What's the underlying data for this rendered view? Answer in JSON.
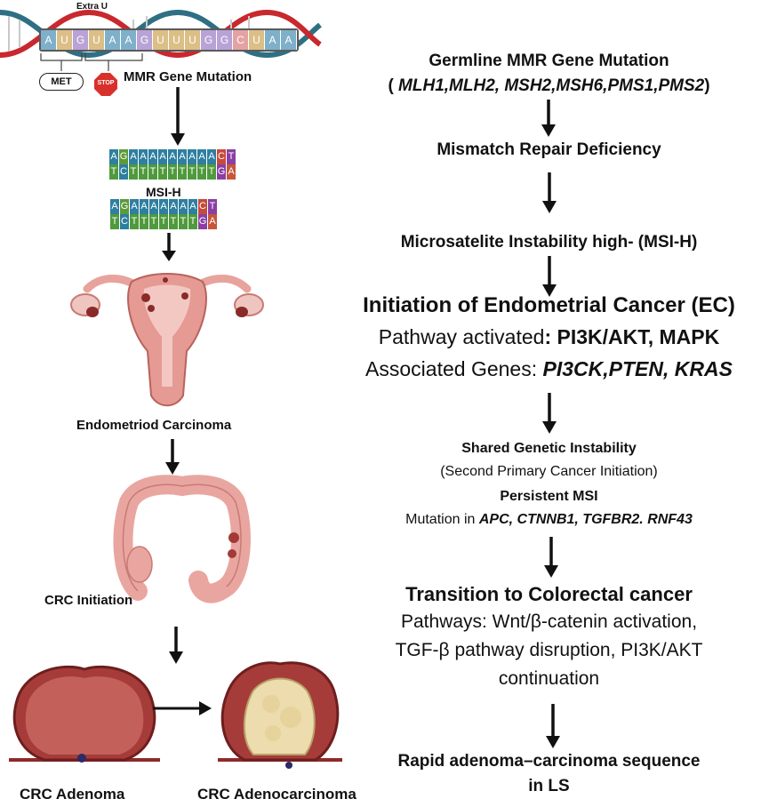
{
  "left": {
    "extra_u": "Extra U",
    "codons": [
      "A",
      "U",
      "G",
      "U",
      "A",
      "A",
      "G",
      "U",
      "U",
      "U",
      "G",
      "G",
      "C",
      "U",
      "A",
      "A"
    ],
    "met_label": "MET",
    "stop_label": "STOP",
    "mmr_gene_mutation": "MMR Gene Mutation",
    "msi_top_strand": [
      "A",
      "G",
      "A",
      "A",
      "A",
      "A",
      "A",
      "A",
      "A",
      "A",
      "A",
      "C",
      "T"
    ],
    "msi_bottom_strand": [
      "T",
      "C",
      "T",
      "T",
      "T",
      "T",
      "T",
      "T",
      "T",
      "T",
      "T",
      "G",
      "A"
    ],
    "msi_label": "MSI-H",
    "msi2_top_strand": [
      "A",
      "G",
      "A",
      "A",
      "A",
      "A",
      "A",
      "A",
      "A",
      "C",
      "T"
    ],
    "msi2_bottom_strand": [
      "T",
      "C",
      "T",
      "T",
      "T",
      "T",
      "T",
      "T",
      "T",
      "G",
      "A"
    ],
    "endometrioid_carcinoma": "Endometriod Carcinoma",
    "crc_initiation": "CRC Initiation",
    "crc_adenoma": "CRC Adenoma",
    "crc_adenocarcinoma": "CRC Adenocarcinoma"
  },
  "right": {
    "germline_title": "Germline MMR Gene Mutation",
    "germline_genes_open": "( ",
    "germline_genes": "MLH1,MLH2, MSH2,MSH6,PMS1,PMS2",
    "germline_genes_close": ")",
    "mismatch_repair": "Mismatch Repair Deficiency",
    "msi_high": "Microsatelite Instability high- (MSI-H)",
    "initiation_title": "Initiation of Endometrial Cancer (EC)",
    "pathway_prefix": "Pathway activated",
    "pathway_values": ": PI3K/AKT, MAPK",
    "assoc_prefix": "Associated Genes: ",
    "assoc_values": "PI3CK,PTEN, KRAS",
    "shared_title": "Shared Genetic Instability",
    "second_primary": "(Second Primary Cancer Initiation)",
    "persistent_msi": "Persistent MSI",
    "mutation_prefix": "Mutation in ",
    "mutation_values": "APC, CTNNB1, TGFBR2. RNF43",
    "transition_title": "Transition to Colorectal cancer",
    "pathways_line1": "Pathways: Wnt/β-catenin activation,",
    "pathways_line2": "TGF-β pathway disruption, PI3K/AKT",
    "pathways_line3": "continuation",
    "rapid_line1": "Rapid adenoma–carcinoma sequence",
    "rapid_line2": "in LS"
  },
  "colors": {
    "dna_red": "#c8282e",
    "dna_teal": "#2f6f83",
    "tissue_pink": "#e9a6a0",
    "tumor_dark": "#8e2a2a",
    "tumor_cream": "#ecdcae"
  }
}
